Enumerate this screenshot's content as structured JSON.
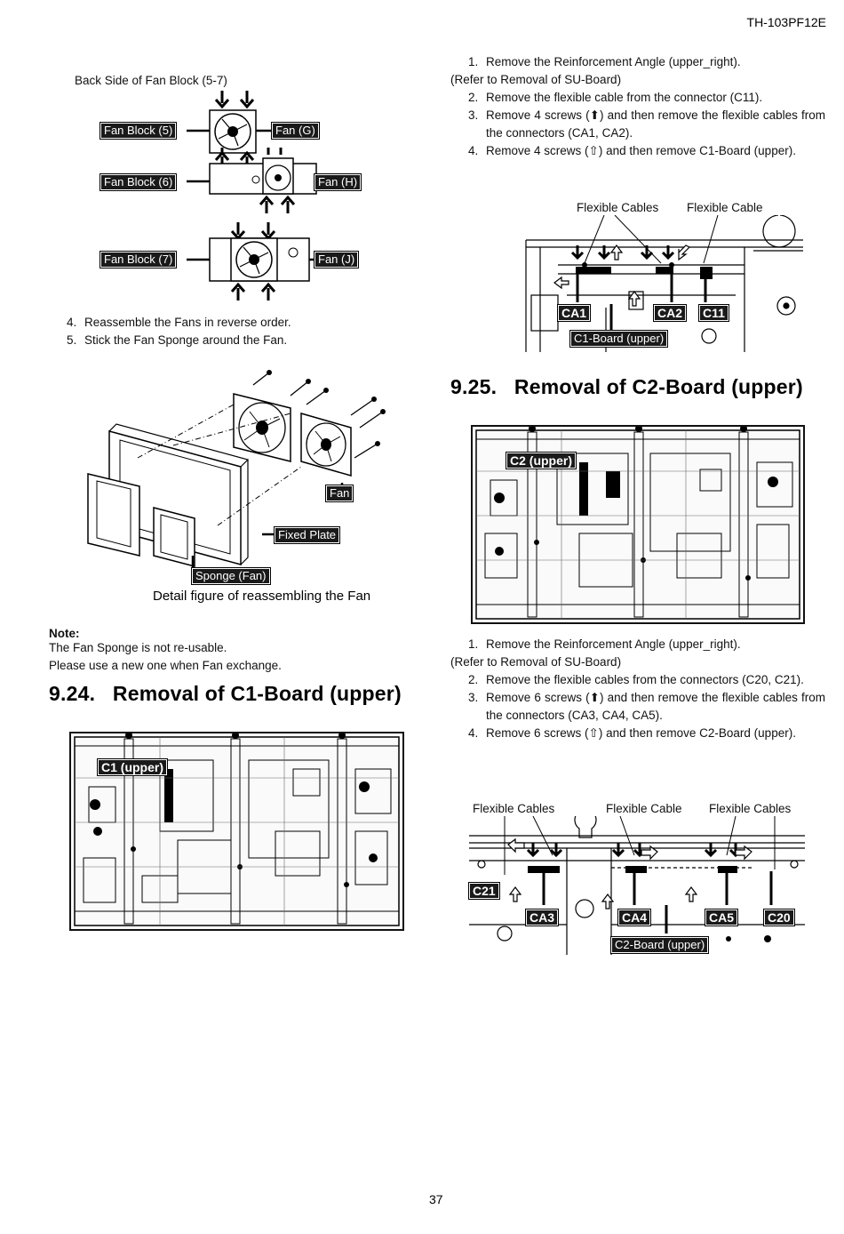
{
  "header": {
    "model": "TH-103PF12E"
  },
  "left": {
    "fan_block": {
      "caption": "Back Side of Fan Block (5-7)",
      "labels": [
        "Fan Block (5)",
        "Fan (G)",
        "Fan Block (6)",
        "Fan (H)",
        "Fan Block (7)",
        "Fan (J)"
      ]
    },
    "steps": [
      {
        "num": "4.",
        "text": "Reassemble the Fans in reverse order."
      },
      {
        "num": "5.",
        "text": "Stick the Fan Sponge around the Fan."
      }
    ],
    "detail": {
      "labels": {
        "fan": "Fan",
        "fixed_plate": "Fixed Plate",
        "sponge": "Sponge (Fan)"
      },
      "caption": "Detail figure of reassembling the Fan"
    },
    "note": {
      "title": "Note:",
      "line1": "The Fan Sponge is not re-usable.",
      "line2": "Please use a new one when Fan exchange."
    },
    "section_924": {
      "title": "9.24.   Removal of C1-Board (upper)",
      "board_tag": "C1 (upper)"
    }
  },
  "right": {
    "steps_c1": [
      {
        "num": "1.",
        "text": "Remove the Reinforcement Angle (upper_right)."
      },
      {
        "num": "",
        "text": "(Refer to Removal of SU-Board)"
      },
      {
        "num": "2.",
        "text": "Remove the flexible cable from the connector (C11)."
      },
      {
        "num": "3.",
        "text": "Remove 4 screws (⬆) and then remove the flexible cables from the connectors (CA1, CA2)."
      },
      {
        "num": "4.",
        "text": "Remove 4 screws (⇧) and then remove C1-Board (upper)."
      }
    ],
    "c1_detail": {
      "flexible_cables": "Flexible Cables",
      "flexible_cable": "Flexible Cable",
      "tags": [
        "CA1",
        "CA2",
        "C11",
        "C1-Board (upper)"
      ]
    },
    "section_925": {
      "title": "9.25.   Removal of C2-Board (upper)",
      "board_tag": "C2 (upper)"
    },
    "steps_c2": [
      {
        "num": "1.",
        "text": "Remove the Reinforcement Angle (upper_right)."
      },
      {
        "num": "",
        "text": "(Refer to Removal of SU-Board)"
      },
      {
        "num": "2.",
        "text": "Remove the flexible cables from the connectors (C20, C21)."
      },
      {
        "num": "3.",
        "text": "Remove 6 screws (⬆) and then remove the flexible cables from the connectors (CA3, CA4, CA5)."
      },
      {
        "num": "4.",
        "text": "Remove 6 screws (⇧) and then remove C2-Board (upper)."
      }
    ],
    "c2_detail": {
      "label_left": "Flexible Cables",
      "label_mid": "Flexible Cable",
      "label_right": "Flexible Cables",
      "tags": [
        "C21",
        "CA3",
        "CA4",
        "CA5",
        "C20",
        "C2-Board (upper)"
      ]
    }
  },
  "footer": {
    "page": "37"
  }
}
